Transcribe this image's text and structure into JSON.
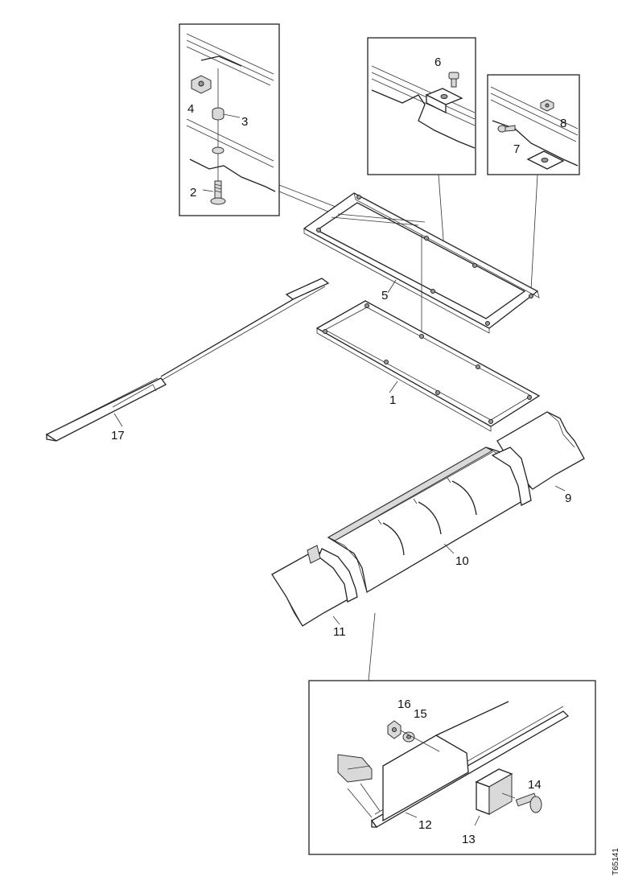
{
  "diagram": {
    "callouts": [
      {
        "id": "c1",
        "text": "1"
      },
      {
        "id": "c2",
        "text": "2"
      },
      {
        "id": "c3",
        "text": "3"
      },
      {
        "id": "c4",
        "text": "4"
      },
      {
        "id": "c5",
        "text": "5"
      },
      {
        "id": "c6",
        "text": "6"
      },
      {
        "id": "c7",
        "text": "7"
      },
      {
        "id": "c8",
        "text": "8"
      },
      {
        "id": "c9",
        "text": "9"
      },
      {
        "id": "c10",
        "text": "10"
      },
      {
        "id": "c11",
        "text": "11"
      },
      {
        "id": "c12",
        "text": "12"
      },
      {
        "id": "c13",
        "text": "13"
      },
      {
        "id": "c14",
        "text": "14"
      },
      {
        "id": "c15",
        "text": "15"
      },
      {
        "id": "c16",
        "text": "16"
      },
      {
        "id": "c17",
        "text": "17"
      }
    ],
    "figure_ref": "T65141"
  }
}
